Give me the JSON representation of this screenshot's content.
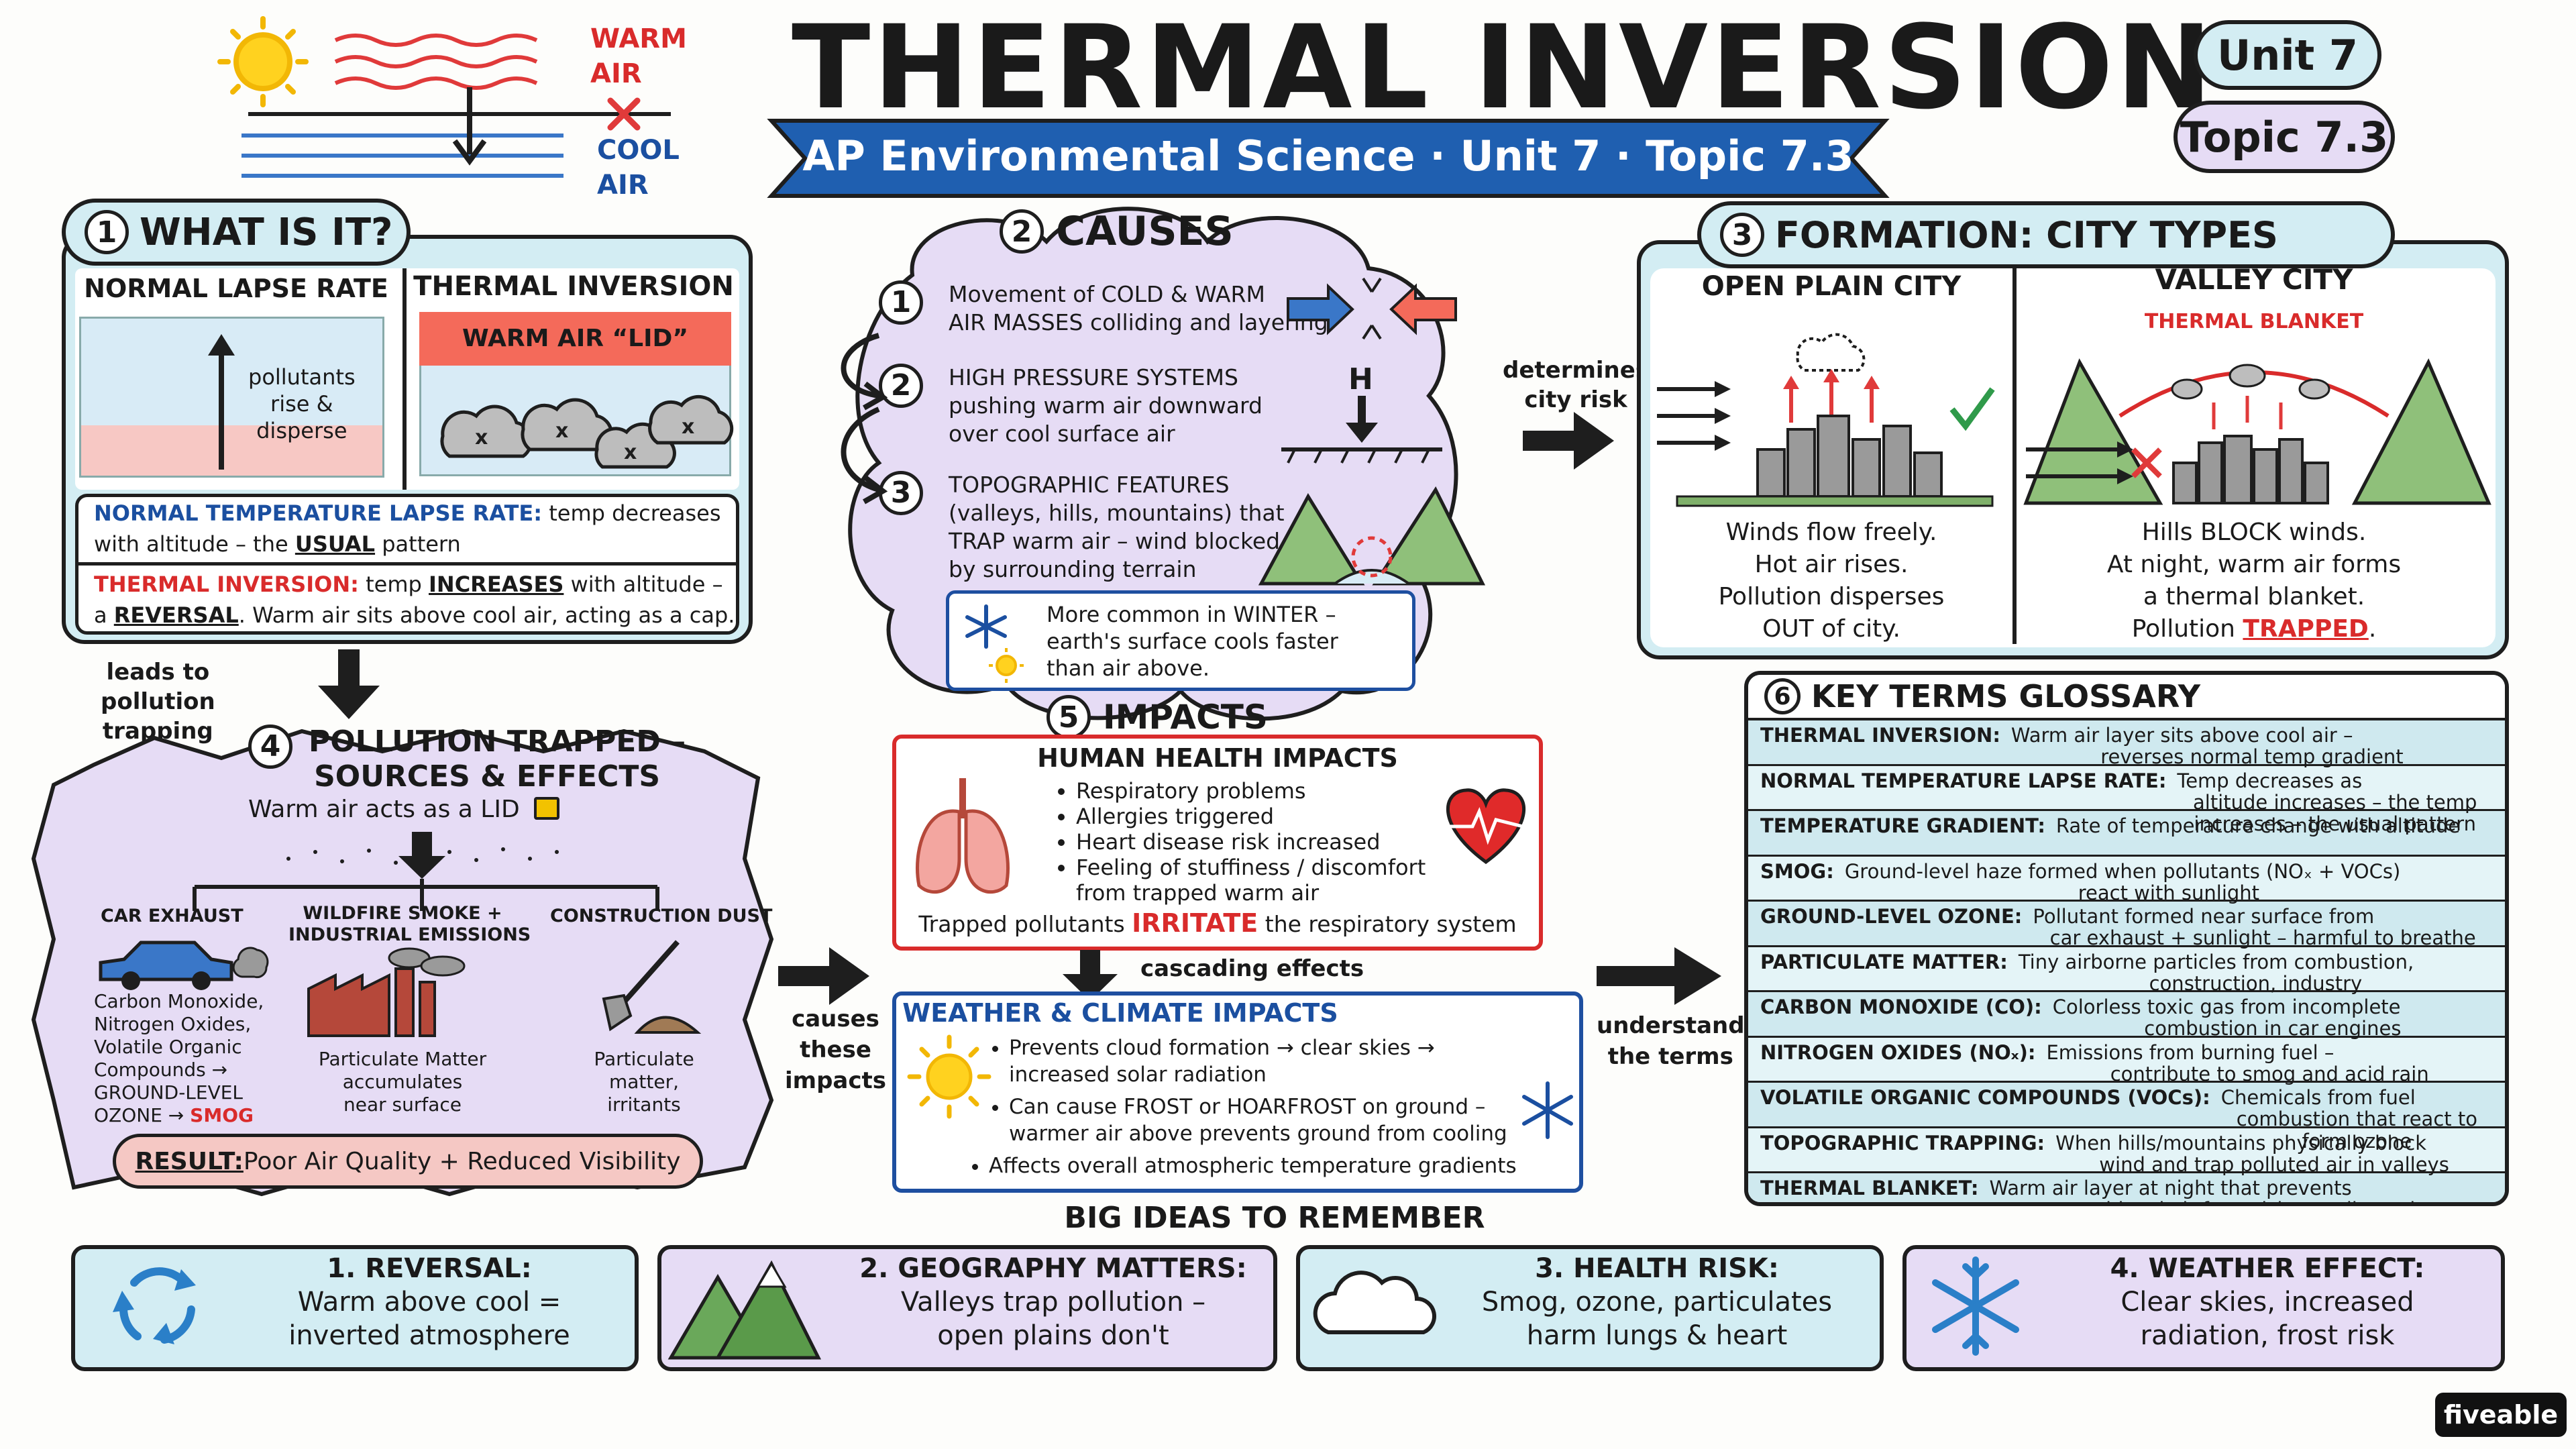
{
  "header": {
    "title": "THERMAL INVERSION",
    "subtitle": "AP Environmental Science · Unit 7 · Topic 7.3",
    "unit_badge": "Unit 7",
    "topic_badge": "Topic 7.3",
    "warm_air_label": [
      "WARM",
      "AIR"
    ],
    "cool_air_label": [
      "COOL",
      "AIR"
    ]
  },
  "what_is_it": {
    "number": "1",
    "title": "WHAT IS IT?",
    "normal_title": "NORMAL LAPSE RATE",
    "normal_caption": [
      "pollutants",
      "rise &",
      "disperse"
    ],
    "inversion_title": "THERMAL INVERSION",
    "lid_label": "WARM AIR “LID”",
    "def1_term": "NORMAL TEMPERATURE LAPSE RATE:",
    "def1_a": " temp decreases",
    "def1_b": "with altitude – the ",
    "def1_b_key": "USUAL",
    "def1_b_end": " pattern",
    "def2_term": "THERMAL INVERSION:",
    "def2_a": " temp ",
    "def2_a_key": "INCREASES",
    "def2_a_end": " with altitude –",
    "def2_b_pre": "a ",
    "def2_b_key": "REVERSAL",
    "def2_b_end": ".  Warm air sits above cool air, acting as a cap."
  },
  "causes": {
    "number": "2",
    "title": "CAUSES",
    "items": [
      {
        "n": "1",
        "lines": [
          "Movement of COLD & WARM",
          "AIR MASSES colliding and layering"
        ]
      },
      {
        "n": "2",
        "lines": [
          "HIGH PRESSURE SYSTEMS",
          "pushing warm air downward",
          "over cool surface air"
        ]
      },
      {
        "n": "3",
        "lines": [
          "TOPOGRAPHIC FEATURES",
          "(valleys, hills, mountains) that",
          "TRAP warm air – wind blocked",
          "by surrounding terrain"
        ]
      }
    ],
    "high_pressure_symbol": "H",
    "winter_note": [
      "More common in WINTER –",
      "earth's surface cools faster",
      "than air above."
    ]
  },
  "formation": {
    "number": "3",
    "title": "FORMATION: CITY TYPES",
    "open_title": "OPEN PLAIN CITY",
    "open_lines": [
      "Winds flow freely.",
      "Hot air rises.",
      "Pollution disperses",
      "OUT of city."
    ],
    "valley_title": "VALLEY CITY",
    "valley_blanket": "THERMAL BLANKET",
    "valley_lines": [
      "Hills BLOCK winds.",
      "At night, warm air forms",
      "a thermal blanket."
    ],
    "valley_last_pre": "Pollution ",
    "valley_last_key": "TRAPPED",
    "valley_last_end": "."
  },
  "connectors": {
    "determines": [
      "determines",
      "city risk"
    ],
    "leads_to": [
      "leads to",
      "pollution",
      "trapping"
    ],
    "causes_impacts": [
      "causes",
      "these",
      "impacts"
    ],
    "understand": [
      "understand",
      "the terms"
    ],
    "cascading": "cascading effects"
  },
  "pollution": {
    "number": "4",
    "title_lines": [
      "POLLUTION TRAPPED –",
      "SOURCES & EFFECTS"
    ],
    "lid_line": "Warm air acts as a LID",
    "sources": [
      {
        "title": [
          "CAR EXHAUST"
        ],
        "text": [
          "Carbon Monoxide,",
          "Nitrogen Oxides,",
          "Volatile Organic",
          "Compounds →",
          "GROUND-LEVEL"
        ],
        "last_pre": "OZONE → ",
        "last_key": "SMOG"
      },
      {
        "title": [
          "WILDFIRE SMOKE +",
          "INDUSTRIAL EMISSIONS"
        ],
        "text": [
          "Particulate Matter",
          "accumulates",
          "near surface"
        ]
      },
      {
        "title": [
          "CONSTRUCTION DUST"
        ],
        "text": [
          "Particulate",
          "matter,",
          "irritants"
        ]
      }
    ],
    "result_key": "RESULT:",
    "result_text": " Poor Air Quality + Reduced Visibility"
  },
  "impacts": {
    "number": "5",
    "title": "IMPACTS",
    "health_title": "HUMAN HEALTH IMPACTS",
    "health_items": [
      "Respiratory problems",
      "Allergies triggered",
      "Heart disease risk increased",
      "Feeling of stuffiness / discomfort"
    ],
    "health_item_cont": "from trapped warm air",
    "health_footer_pre": "Trapped pollutants ",
    "health_footer_key": "IRRITATE",
    "health_footer_end": " the respiratory system",
    "weather_title": "WEATHER & CLIMATE IMPACTS",
    "weather_items": [
      [
        "Prevents cloud formation → clear skies →",
        "increased solar radiation"
      ],
      [
        "Can cause FROST or HOARFROST on ground –",
        "warmer air above prevents ground from cooling"
      ],
      [
        "Affects overall atmospheric temperature gradients"
      ]
    ]
  },
  "glossary": {
    "number": "6",
    "title": "KEY TERMS GLOSSARY",
    "rows": [
      {
        "term": "THERMAL INVERSION:",
        "lines": [
          "Warm air layer sits above cool air –",
          "reverses normal temp gradient"
        ]
      },
      {
        "term": "NORMAL TEMPERATURE LAPSE RATE:",
        "lines": [
          "Temp decreases as",
          "altitude increases – the temp increases – the usual pattern"
        ]
      },
      {
        "term": "TEMPERATURE GRADIENT:",
        "lines": [
          "Rate of temperature change with altitude"
        ]
      },
      {
        "term": "SMOG:",
        "lines": [
          "Ground-level haze formed when pollutants (NOₓ + VOCs)",
          "react with sunlight"
        ]
      },
      {
        "term": "GROUND-LEVEL OZONE:",
        "lines": [
          "Pollutant formed near surface from",
          "car exhaust + sunlight – harmful to breathe"
        ]
      },
      {
        "term": "PARTICULATE MATTER:",
        "lines": [
          "Tiny airborne particles from combustion,",
          "construction, industry"
        ]
      },
      {
        "term": "CARBON MONOXIDE (CO):",
        "lines": [
          "Colorless toxic gas from incomplete",
          "combustion in car engines"
        ]
      },
      {
        "term": "NITROGEN OXIDES (NOₓ):",
        "lines": [
          "Emissions from burning fuel –",
          "contribute to smog and acid rain"
        ]
      },
      {
        "term": "VOLATILE ORGANIC COMPOUNDS (VOCs):",
        "lines": [
          "Chemicals from fuel",
          "combustion that react to form ozone"
        ]
      },
      {
        "term": "TOPOGRAPHIC TRAPPING:",
        "lines": [
          "When hills/mountains physically block",
          "wind and trap polluted air in valleys"
        ]
      },
      {
        "term": "THERMAL BLANKET:",
        "lines": [
          "Warm air layer at night that prevents",
          "ground-level air from rising or dispersing"
        ]
      }
    ]
  },
  "big_ideas": {
    "title": "BIG IDEAS TO REMEMBER",
    "items": [
      {
        "title": "1. REVERSAL:",
        "lines": [
          "Warm above cool =",
          "inverted atmosphere"
        ],
        "icon": "cycle-arrows-icon",
        "bg": "#d3edf3"
      },
      {
        "title": "2. GEOGRAPHY MATTERS:",
        "lines": [
          "Valleys trap pollution –",
          "open plains don't"
        ],
        "icon": "mountains-icon",
        "bg": "#e6dcf5"
      },
      {
        "title": "3. HEALTH RISK:",
        "lines": [
          "Smog, ozone, particulates",
          "harm lungs & heart"
        ],
        "icon": "cloud-icon",
        "bg": "#d3edf3"
      },
      {
        "title": "4. WEATHER EFFECT:",
        "lines": [
          "Clear skies, increased",
          "radiation, frost risk"
        ],
        "icon": "snowflake-icon",
        "bg": "#e6dcf5"
      }
    ]
  },
  "brand": "fiveable",
  "colors": {
    "blue_banner": "#1f5fb0",
    "lavender": "#e6dcf5",
    "teal": "#d3edf3",
    "red": "#d92b2b",
    "navy": "#1b4fa0"
  }
}
